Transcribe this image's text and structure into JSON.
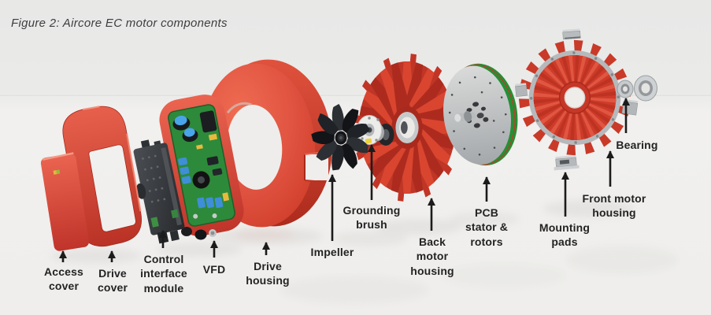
{
  "figure_caption": "Figure 2: Aircore EC motor components",
  "components": [
    {
      "id": "access-cover",
      "label": "Access\ncover"
    },
    {
      "id": "drive-cover",
      "label": "Drive\ncover"
    },
    {
      "id": "control-interface-module",
      "label": "Control\ninterface\nmodule"
    },
    {
      "id": "vfd",
      "label": "VFD"
    },
    {
      "id": "drive-housing",
      "label": "Drive\nhousing"
    },
    {
      "id": "impeller",
      "label": "Impeller"
    },
    {
      "id": "grounding-brush",
      "label": "Grounding\nbrush"
    },
    {
      "id": "back-motor-housing",
      "label": "Back\nmotor\nhousing"
    },
    {
      "id": "pcb-stator-rotors",
      "label": "PCB\nstator &\nrotors"
    },
    {
      "id": "mounting-pads",
      "label": "Mounting\npads"
    },
    {
      "id": "front-motor-housing",
      "label": "Front motor\nhousing"
    },
    {
      "id": "bearing",
      "label": "Bearing"
    }
  ],
  "colors": {
    "red": "#d7402e",
    "red_bright": "#ea6149",
    "red_dark": "#b02c1f",
    "pcb_green": "#2a9235",
    "metal": "#b9bcbe",
    "label_text": "#232323",
    "background": "#eaeae9",
    "arrow": "#1b1b1b"
  }
}
